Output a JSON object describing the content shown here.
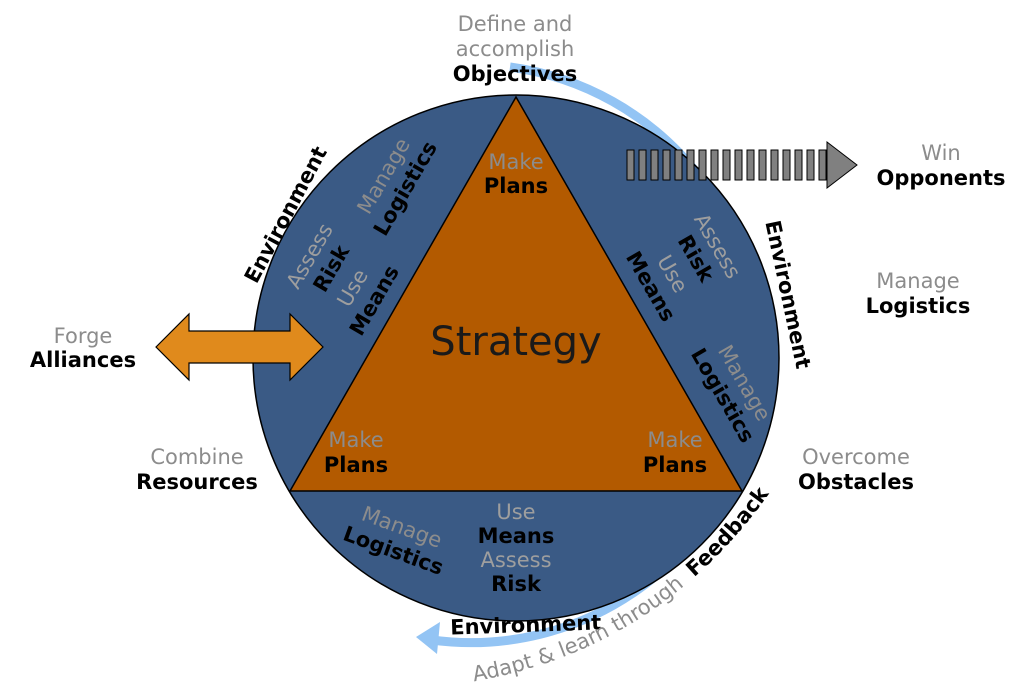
{
  "center": {
    "title": "Strategy"
  },
  "triangle": {
    "top": {
      "verb": "Make",
      "noun": "Plans"
    },
    "left": {
      "verb": "Make",
      "noun": "Plans"
    },
    "right": {
      "verb": "Make",
      "noun": "Plans"
    }
  },
  "segments": {
    "left": {
      "environment": "Environment",
      "logistics": {
        "verb": "Manage",
        "noun": "Logistics"
      },
      "risk": {
        "verb": "Assess",
        "noun": "Risk"
      },
      "means": {
        "verb": "Use",
        "noun": "Means"
      }
    },
    "right": {
      "environment": "Environment",
      "risk": {
        "verb": "Assess",
        "noun": "Risk"
      },
      "means": {
        "verb": "Use",
        "noun": "Means"
      },
      "logistics": {
        "verb": "Manage",
        "noun": "Logistics"
      }
    },
    "bottom": {
      "environment": "Environment",
      "logistics": {
        "verb": "Manage",
        "noun": "Logistics"
      },
      "means": {
        "verb": "Use",
        "noun": "Means"
      },
      "risk": {
        "verb": "Assess",
        "noun": "Risk"
      }
    }
  },
  "outer": {
    "objectives": {
      "line1": "Define and",
      "line2": "accomplish",
      "noun": "Objectives"
    },
    "opponents": {
      "verb": "Win",
      "noun": "Opponents"
    },
    "logistics": {
      "verb": "Manage",
      "noun": "Logistics"
    },
    "obstacles": {
      "verb": "Overcome",
      "noun": "Obstacles"
    },
    "alliances": {
      "verb": "Forge",
      "noun": "Alliances"
    },
    "resources": {
      "verb": "Combine",
      "noun": "Resources"
    },
    "feedback": {
      "prefix": "Adapt & learn through",
      "noun": "Feedback"
    }
  },
  "colors": {
    "circle": "#3a5a85",
    "triangle": "#b35a00",
    "loop_arrow": "#93c4f4",
    "alliance_arrow": "#e08a1c",
    "opponent_arrow": "#808080"
  }
}
